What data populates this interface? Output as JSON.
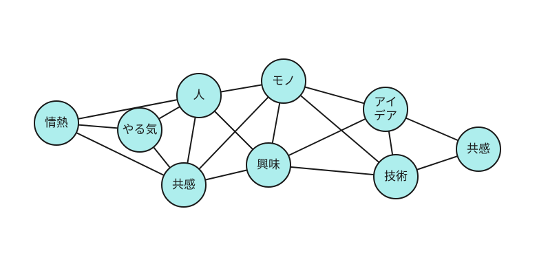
{
  "diagram": {
    "nodes": [
      {
        "id": "n1",
        "label": "情熱"
      },
      {
        "id": "n2",
        "label": "やる気"
      },
      {
        "id": "n3",
        "label": "人"
      },
      {
        "id": "n4",
        "label": "共感"
      },
      {
        "id": "n5",
        "label": "モノ"
      },
      {
        "id": "n6",
        "label": "興味"
      },
      {
        "id": "n7",
        "label": "アイ\nデア"
      },
      {
        "id": "n8",
        "label": "技術"
      },
      {
        "id": "n9",
        "label": "共感"
      }
    ],
    "edges": [
      [
        "n1",
        "n3"
      ],
      [
        "n1",
        "n2"
      ],
      [
        "n1",
        "n4"
      ],
      [
        "n2",
        "n3"
      ],
      [
        "n2",
        "n4"
      ],
      [
        "n3",
        "n4"
      ],
      [
        "n3",
        "n5"
      ],
      [
        "n3",
        "n6"
      ],
      [
        "n4",
        "n5"
      ],
      [
        "n4",
        "n6"
      ],
      [
        "n5",
        "n6"
      ],
      [
        "n5",
        "n7"
      ],
      [
        "n5",
        "n8"
      ],
      [
        "n6",
        "n7"
      ],
      [
        "n6",
        "n8"
      ],
      [
        "n7",
        "n8"
      ],
      [
        "n7",
        "n9"
      ],
      [
        "n8",
        "n9"
      ]
    ]
  }
}
